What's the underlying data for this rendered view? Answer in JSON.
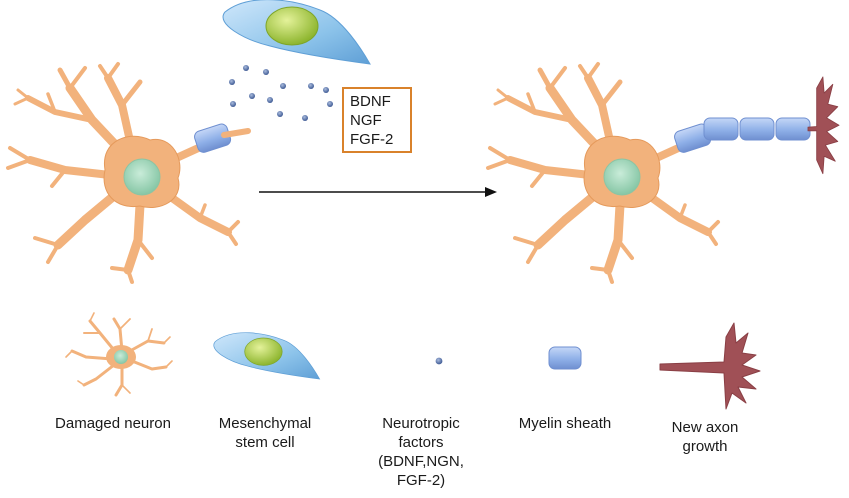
{
  "factor_box": {
    "lines": [
      "BDNF",
      "NGF",
      "FGF-2"
    ],
    "border_color": "#d9822b"
  },
  "legend": [
    {
      "lines": [
        "Damaged neuron"
      ]
    },
    {
      "lines": [
        "Mesenchymal",
        "stem cell"
      ]
    },
    {
      "lines": [
        "Neurotropic",
        "factors",
        "(BDNF,NGN,",
        "FGF-2)"
      ]
    },
    {
      "lines": [
        "Myelin sheath"
      ]
    },
    {
      "lines": [
        "New axon",
        "growth"
      ]
    }
  ],
  "colors": {
    "neuron_body": "#f2b27c",
    "neuron_outline": "#d9822b",
    "nucleus": "#9fd3b8",
    "stem_cell": "#8cc3ea",
    "stem_nucleus": "#9fc63a",
    "factor_dot": "#5b74a8",
    "myelin": "#8fb0e8",
    "axon_terminal": "#a05056",
    "arrow": "#111111"
  }
}
